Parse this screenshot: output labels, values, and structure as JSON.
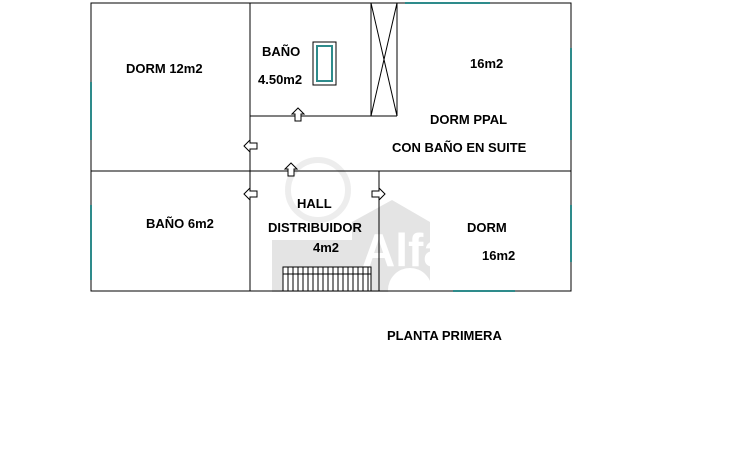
{
  "plan": {
    "title": "PLANTA PRIMERA",
    "rooms": {
      "dorm_12": "DORM 12m2",
      "bano_top_name": "BAÑO",
      "bano_top_area": "4.50m2",
      "dorm_ppal_area": "16m2",
      "dorm_ppal_name": "DORM PPAL",
      "dorm_ppal_note": "CON BAÑO EN SUITE",
      "bano_6": "BAÑO 6m2",
      "hall_name": "HALL",
      "hall_sub": "DISTRIBUIDOR",
      "hall_area": "4m2",
      "dorm_bottom_name": "DORM",
      "dorm_bottom_area": "16m2"
    },
    "watermark": "Alfa",
    "colors": {
      "wall": "#000000",
      "window": "#2e8b8b",
      "watermark": "#d0d0d0"
    }
  }
}
